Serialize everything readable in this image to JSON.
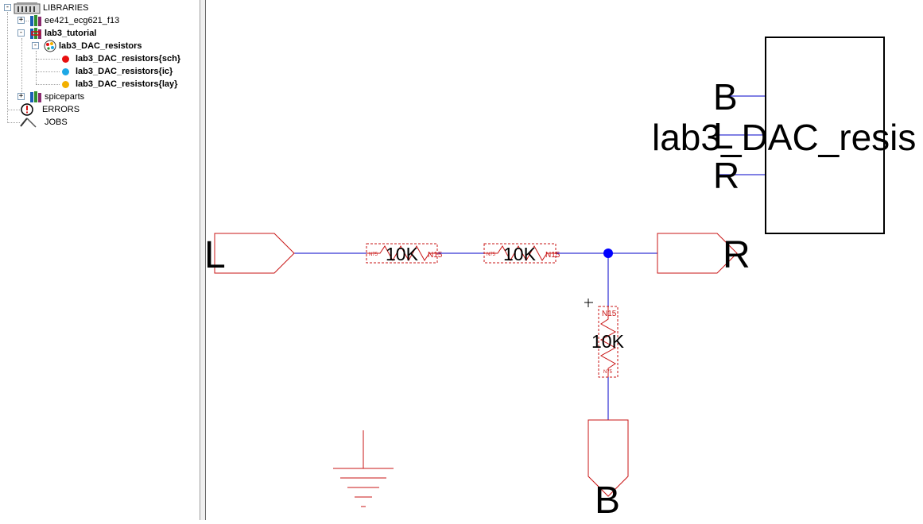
{
  "tree": {
    "root": "LIBRARIES",
    "libraries": [
      {
        "label": "ee421_ecg621_f13",
        "expander": "+"
      },
      {
        "label": "lab3_tutorial",
        "expander": "-"
      }
    ],
    "cell": {
      "label": "lab3_DAC_resistors",
      "expander": "-"
    },
    "views": [
      {
        "label": "lab3_DAC_resistors{sch}",
        "color": "#e81010"
      },
      {
        "label": "lab3_DAC_resistors{ic}",
        "color": "#1ea8e6"
      },
      {
        "label": "lab3_DAC_resistors{lay}",
        "color": "#f2b000"
      }
    ],
    "spiceparts": {
      "label": "spiceparts",
      "expander": "+"
    },
    "errors": "ERRORS",
    "jobs": "JOBS"
  },
  "schematic": {
    "wire_color": "#0000c8",
    "part_color": "#c81414",
    "resistors": [
      {
        "value": "10K",
        "left_tag": "N75",
        "right_tag": "N15"
      },
      {
        "value": "10K",
        "left_tag": "N75",
        "right_tag": "N15"
      },
      {
        "value": "10K",
        "top_tag": "N15",
        "bottom_tag": "N75"
      }
    ],
    "ports": {
      "left": "L",
      "right": "R",
      "bottom": "B"
    },
    "icon_instance": {
      "name": "lab3_DAC_resis",
      "pins": [
        "B",
        "L",
        "R"
      ]
    }
  }
}
